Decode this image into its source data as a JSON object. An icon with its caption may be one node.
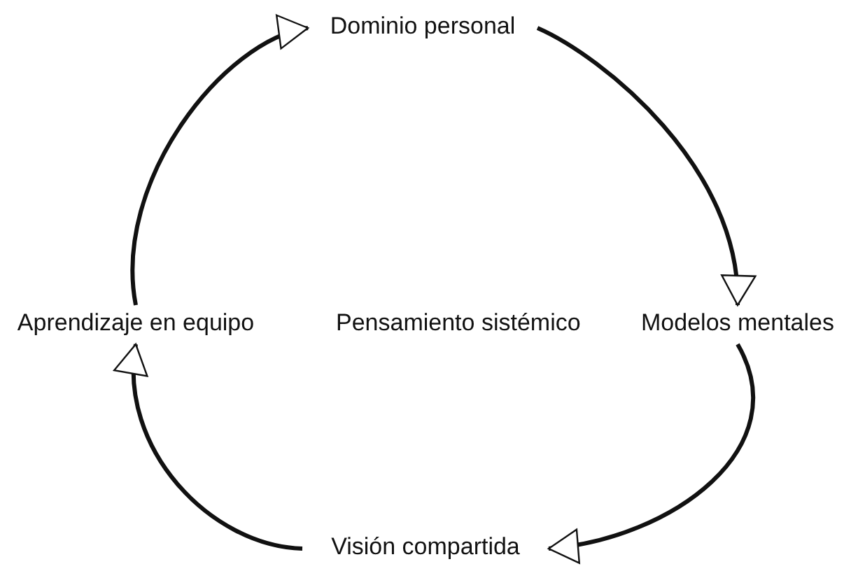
{
  "diagram": {
    "nodes": [
      {
        "text": [
          "Dominio personal"
        ]
      },
      {
        "text": [
          "Modelos mentales"
        ]
      },
      {
        "text": [
          "Visión compartida"
        ]
      },
      {
        "text": [
          "Aprendizaje en equipo"
        ]
      },
      {
        "text": [
          "Pensamiento sistémico"
        ]
      }
    ],
    "edges": [
      {
        "from": 0,
        "to": 1,
        "arrow": "to"
      },
      {
        "from": 1,
        "to": 2,
        "arrow": "to"
      },
      {
        "from": 2,
        "to": 3,
        "arrow": "to"
      },
      {
        "from": 3,
        "to": 0,
        "arrow": "to"
      }
    ]
  }
}
